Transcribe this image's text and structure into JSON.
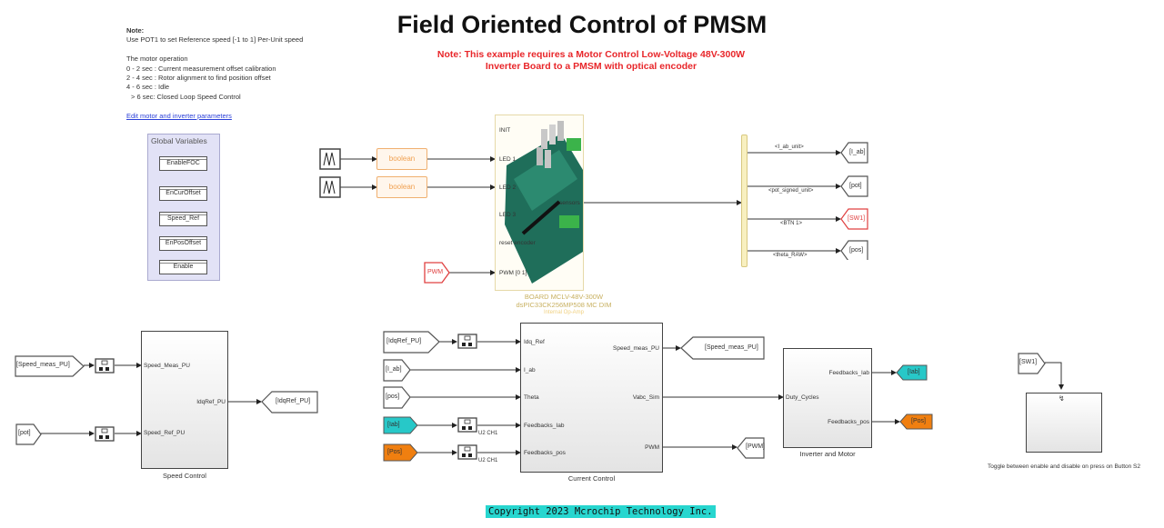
{
  "title": "Field Oriented Control of PMSM",
  "hardware_note": [
    "Note: This example requires a Motor Control Low-Voltage 48V-300W",
    "Inverter Board to a PMSM with optical encoder"
  ],
  "notes": {
    "heading": "Note:",
    "line1": "Use POT1 to set Reference speed [-1 to 1] Per-Unit speed",
    "op_heading": "The motor operation",
    "op1": "0 - 2 sec : Current measurement offset calibration",
    "op2": "2 - 4 sec : Rotor alignment to find position offset",
    "op3": "4 - 6 sec : Idle",
    "op4": "> 6 sec: Closed Loop Speed Control",
    "link": "Edit motor and inverter parameters"
  },
  "global_variables": {
    "caption": "Global Variables",
    "items": [
      "EnableFOC",
      "EnCurOffset",
      "Speed_Ref",
      "EnPosOffset",
      "Enable"
    ]
  },
  "board_block": {
    "inputs": [
      "INIT",
      "LED 1",
      "LED 2",
      "LED 3",
      "reset encoder",
      "PWM [0 1]"
    ],
    "output": "sensors",
    "name_line1": "BOARD MCLV-48V-300W",
    "name_line2": "dsPIC33CK256MP508 MC DIM",
    "name_line3": "Internal Op-Amp",
    "bool1": "boolean",
    "bool2": "boolean",
    "pwm_from": "PWM"
  },
  "bus_selector": {
    "signals": [
      "<I_ab_unit>",
      "<pot_signed_unit>",
      "<BTN 1>",
      "<theta_RAW>"
    ],
    "goto_tags": [
      "[I_ab]",
      "[pot]",
      "[SW1]",
      "[pos]"
    ]
  },
  "speed_control": {
    "name": "Speed Control",
    "inputs": [
      "Speed_Meas_PU",
      "Speed_Ref_PU"
    ],
    "output": "IdqRef_PU",
    "from_tags": [
      "[Speed_meas_PU]",
      "[pot]"
    ],
    "goto_tag": "[IdqRef_PU]"
  },
  "current_control": {
    "name": "Current Control",
    "inputs": [
      "Idq_Ref",
      "I_ab",
      "Theta",
      "Feedbacks_Iab",
      "Feedbacks_pos"
    ],
    "outputs": [
      "Speed_meas_PU",
      "Vabc_Sim",
      "PWM"
    ],
    "from_tags": [
      "[IdqRef_PU]",
      "[I_ab]",
      "[pos]",
      "[Iab]",
      "[Pos]"
    ],
    "rt_labels": [
      "U2 CH1",
      "U2 CH1"
    ],
    "goto_tags": [
      "[Speed_meas_PU]",
      "[PWM]"
    ]
  },
  "inverter_motor": {
    "name": "Inverter and Motor",
    "input": "Duty_Cycles",
    "outputs": [
      "Feedbacks_Iab",
      "Feedbacks_pos"
    ],
    "goto_tags": [
      "[Iab]",
      "[Pos]"
    ]
  },
  "toggle": {
    "from_tag": "[SW1]",
    "caption": "Toggle between enable and disable on press on Button S2"
  },
  "copyright": "Copyright 2023 Mcrochip Technology Inc.",
  "colors": {
    "iab_tag": "#27c8c8",
    "pos_tag": "#f07f10",
    "sw1_tag": "#e04040",
    "copyright_bg": "#27d6cf"
  }
}
